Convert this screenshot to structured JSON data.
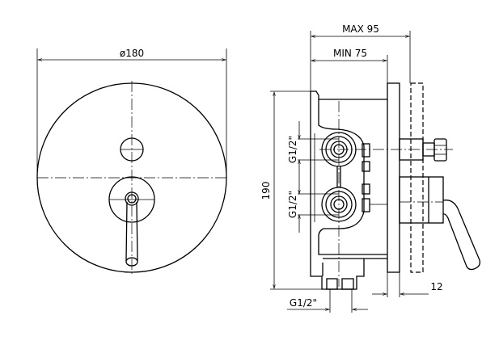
{
  "front_view": {
    "diameter_label": "ø180"
  },
  "side_view": {
    "max_depth_label": "MAX 95",
    "min_depth_label": "MIN 75",
    "height_label": "190",
    "upper_connection_label": "G1/2\"",
    "lower_connection_label": "G1/2\"",
    "bottom_connection_label": "G1/2\"",
    "plate_thickness_label": "12"
  }
}
